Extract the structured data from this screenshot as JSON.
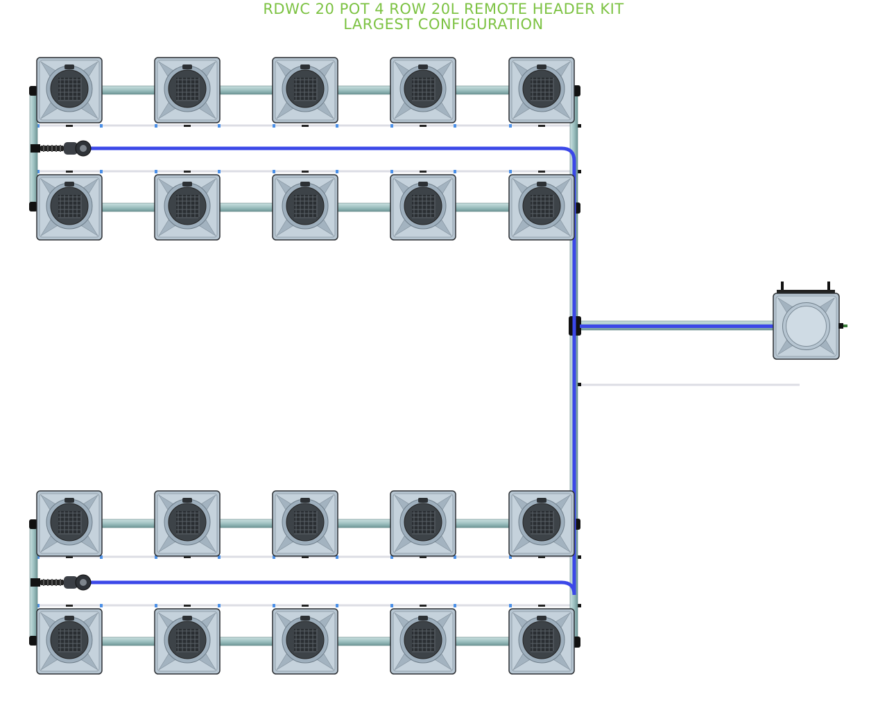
{
  "title": {
    "line1": "RDWC 20 POT 4 ROW 20L REMOTE HEADER KIT",
    "line2": "LARGEST CONFIGURATION"
  },
  "layout": {
    "pot_rows": 4,
    "pots_per_row": 5,
    "total_pots": 20,
    "reservoirs": 1
  },
  "colors": {
    "title_green": "#7cc242",
    "pot_body": "#b6c5d1",
    "pot_dark": "#3d4348",
    "pipe_teal": "#9fc2c2",
    "return_blue": "#3b48e8",
    "drip_line": "#dcdde4",
    "fitting_blue": "#4a8fe7"
  },
  "icons": {
    "pot": "grow-pot-icon",
    "reservoir": "remote-header-tank-icon",
    "pump": "pump-icon"
  }
}
